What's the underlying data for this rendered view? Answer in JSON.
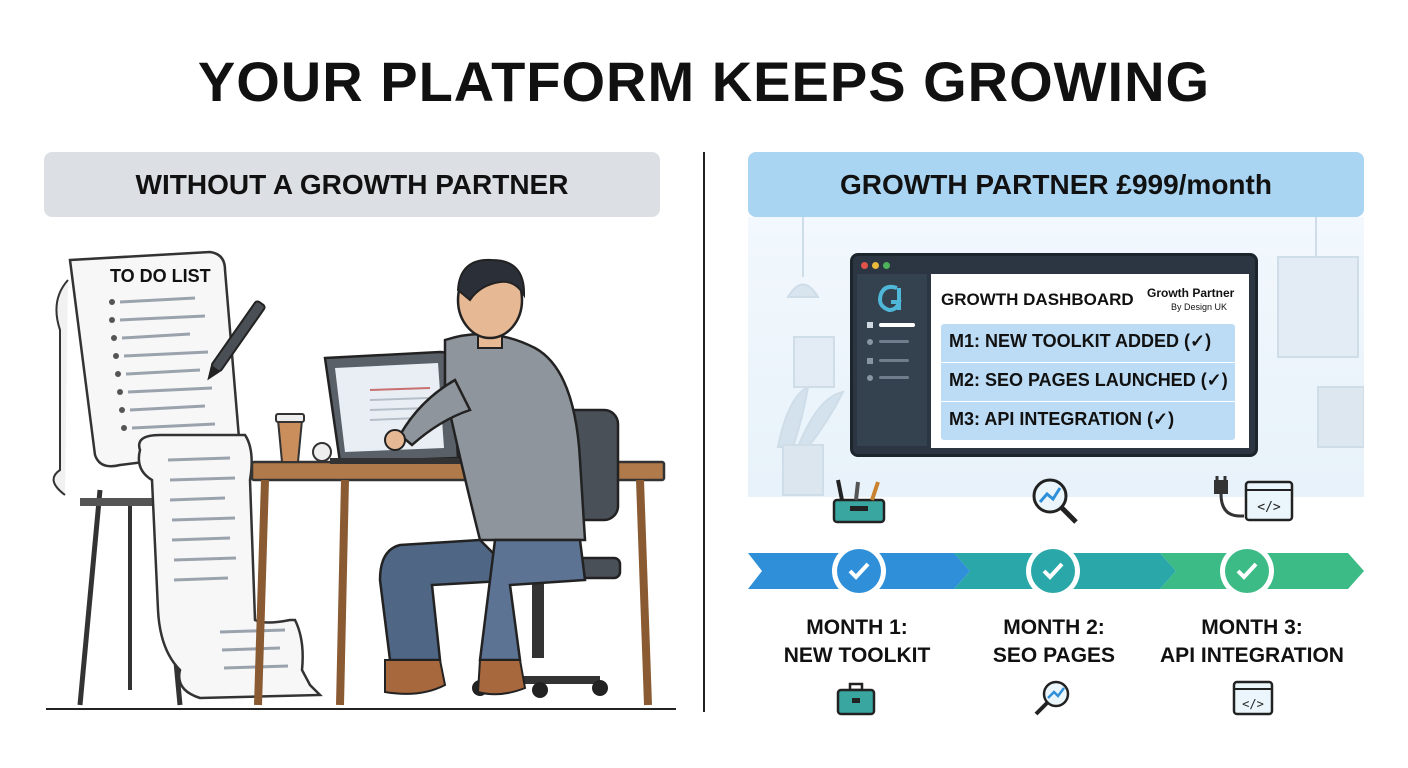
{
  "title": "YOUR PLATFORM KEEPS GROWING",
  "left": {
    "header": "WITHOUT A GROWTH PARTNER",
    "todo_title": "TO DO LIST"
  },
  "right": {
    "header": "GROWTH PARTNER £999/month",
    "dashboard": {
      "title": "GROWTH DASHBOARD",
      "brand_line1": "Growth Partner",
      "brand_line2": "By Design UK",
      "rows": [
        "M1: NEW TOOLKIT ADDED (✓)",
        "M2: SEO PAGES LAUNCHED (✓)",
        "M3: API INTEGRATION (✓)"
      ]
    },
    "milestones": [
      {
        "line1": "MONTH 1:",
        "line2": "NEW TOOLKIT",
        "icon": "toolbox-icon"
      },
      {
        "line1": "MONTH 2:",
        "line2": "SEO PAGES",
        "icon": "magnifier-chart-icon"
      },
      {
        "line1": "MONTH 3:",
        "line2": "API INTEGRATION",
        "icon": "api-code-icon"
      }
    ]
  },
  "colors": {
    "left_header_bg": "#dcdfe4",
    "right_header_bg": "#a9d4f2",
    "arrow_1": "#2f8fd8",
    "arrow_2": "#2aa7a8",
    "arrow_3": "#3dbb86"
  }
}
